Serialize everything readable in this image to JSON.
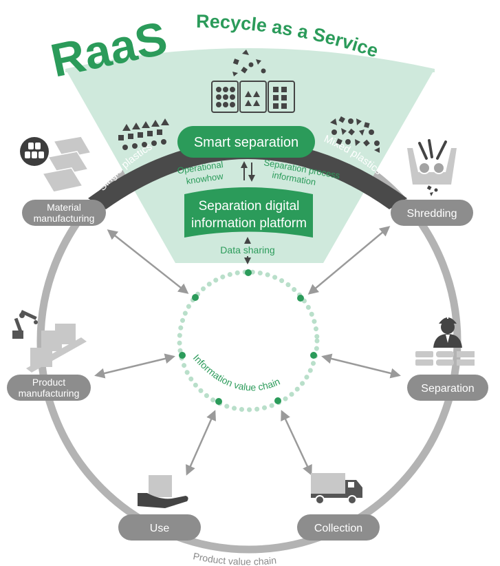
{
  "title": {
    "acronym": "RaaS",
    "full": "Recycle as a Service"
  },
  "center_panel": {
    "smart_separation": "Smart separation",
    "operational_knowhow": [
      "Operational",
      "knowhow"
    ],
    "separation_process_info": [
      "Separation process",
      "information"
    ],
    "platform": [
      "Separation digital",
      "information platform"
    ],
    "data_sharing": "Data sharing"
  },
  "band": {
    "single_plastics": "Single plastics",
    "mixed_plastics": "Mixed plastics"
  },
  "stages": {
    "material_manufacturing": [
      "Material",
      "manufacturing"
    ],
    "shredding": "Shredding",
    "product_manufacturing": [
      "Product",
      "manufacturing"
    ],
    "separation": "Separation",
    "use": "Use",
    "collection": "Collection"
  },
  "inner_ring_label": "Information value chain",
  "outer_ring_label": "Product value chain",
  "colors": {
    "brand_green": "#2b9b5a",
    "light_green": "#cfe9dc",
    "dark_band": "#4a4a4a",
    "gray": "#8d8d8d",
    "ring_gray": "#b3b3b3"
  }
}
